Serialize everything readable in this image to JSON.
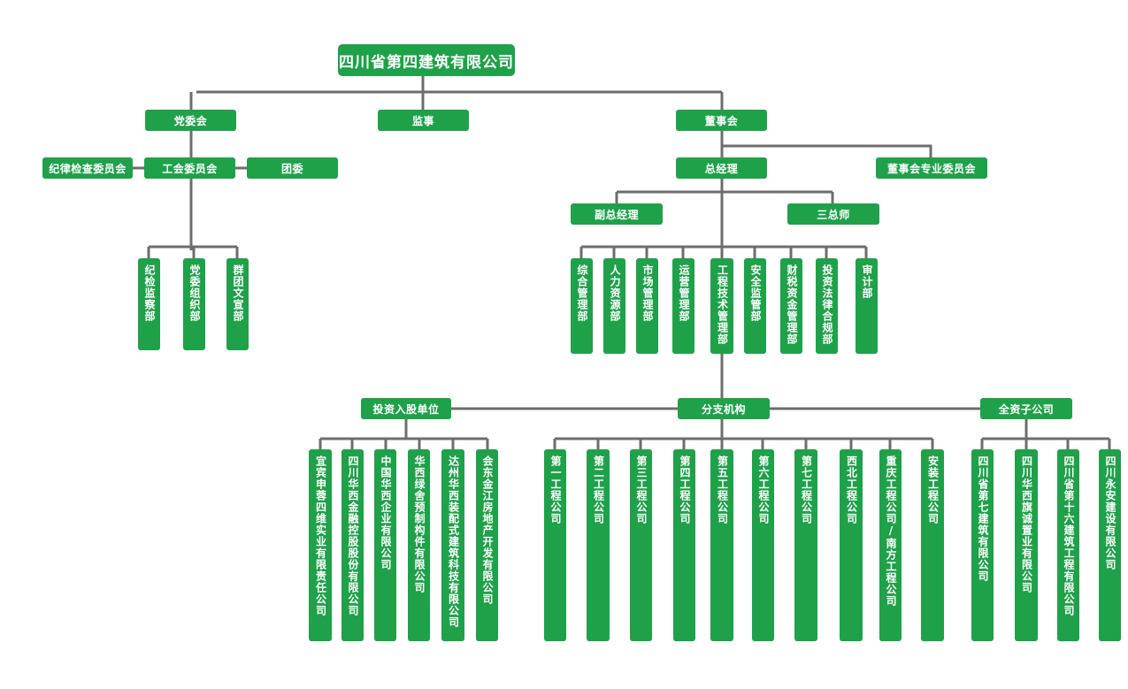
{
  "org": {
    "root": "四川省第四建筑有限公司",
    "party_committee": "党委会",
    "supervisor": "监事",
    "board": "董事会",
    "discipline_committee": "纪律检查委员会",
    "union": "工会委员会",
    "youth_league": "团委",
    "discipline_dept": "纪检监察部",
    "party_org_dept": "党委组织部",
    "mass_culture_dept": "群团文宣部",
    "general_manager": "总经理",
    "board_committees": "董事会专业委员会",
    "deputy_gm": "副总经理",
    "three_chiefs": "三总师",
    "departments": [
      "综合管理部",
      "人力资源部",
      "市场管理部",
      "运营管理部",
      "工程技术管理部",
      "安全监管部",
      "财税资金管理部",
      "投资法律合规部",
      "审计部"
    ],
    "invested_units_header": "投资入股单位",
    "branches_header": "分支机构",
    "subsidiaries_header": "全资子公司",
    "invested_units": [
      "宜宾申蓉四维实业有限责任公司",
      "四川华西金融控股股份有限公司",
      "中国华西企业有限公司",
      "华西绿舍预制构件有限公司",
      "达州华西装配式建筑科技有限公司",
      "会东金江房地产开发有限公司"
    ],
    "branches": [
      "第一工程公司",
      "第二工程公司",
      "第三工程公司",
      "第四工程公司",
      "第五工程公司",
      "第六工程公司",
      "第七工程公司",
      "西北工程公司",
      "重庆工程公司/南方工程公司",
      "安装工程公司"
    ],
    "subsidiaries": [
      "四川省第七建筑有限公司",
      "四川华西旗诚置业有限公司",
      "四川省第十六建筑工程有限公司",
      "四川永安建设有限公司"
    ]
  },
  "colors": {
    "node": "#1fa14a",
    "line": "#6d6d6d"
  }
}
